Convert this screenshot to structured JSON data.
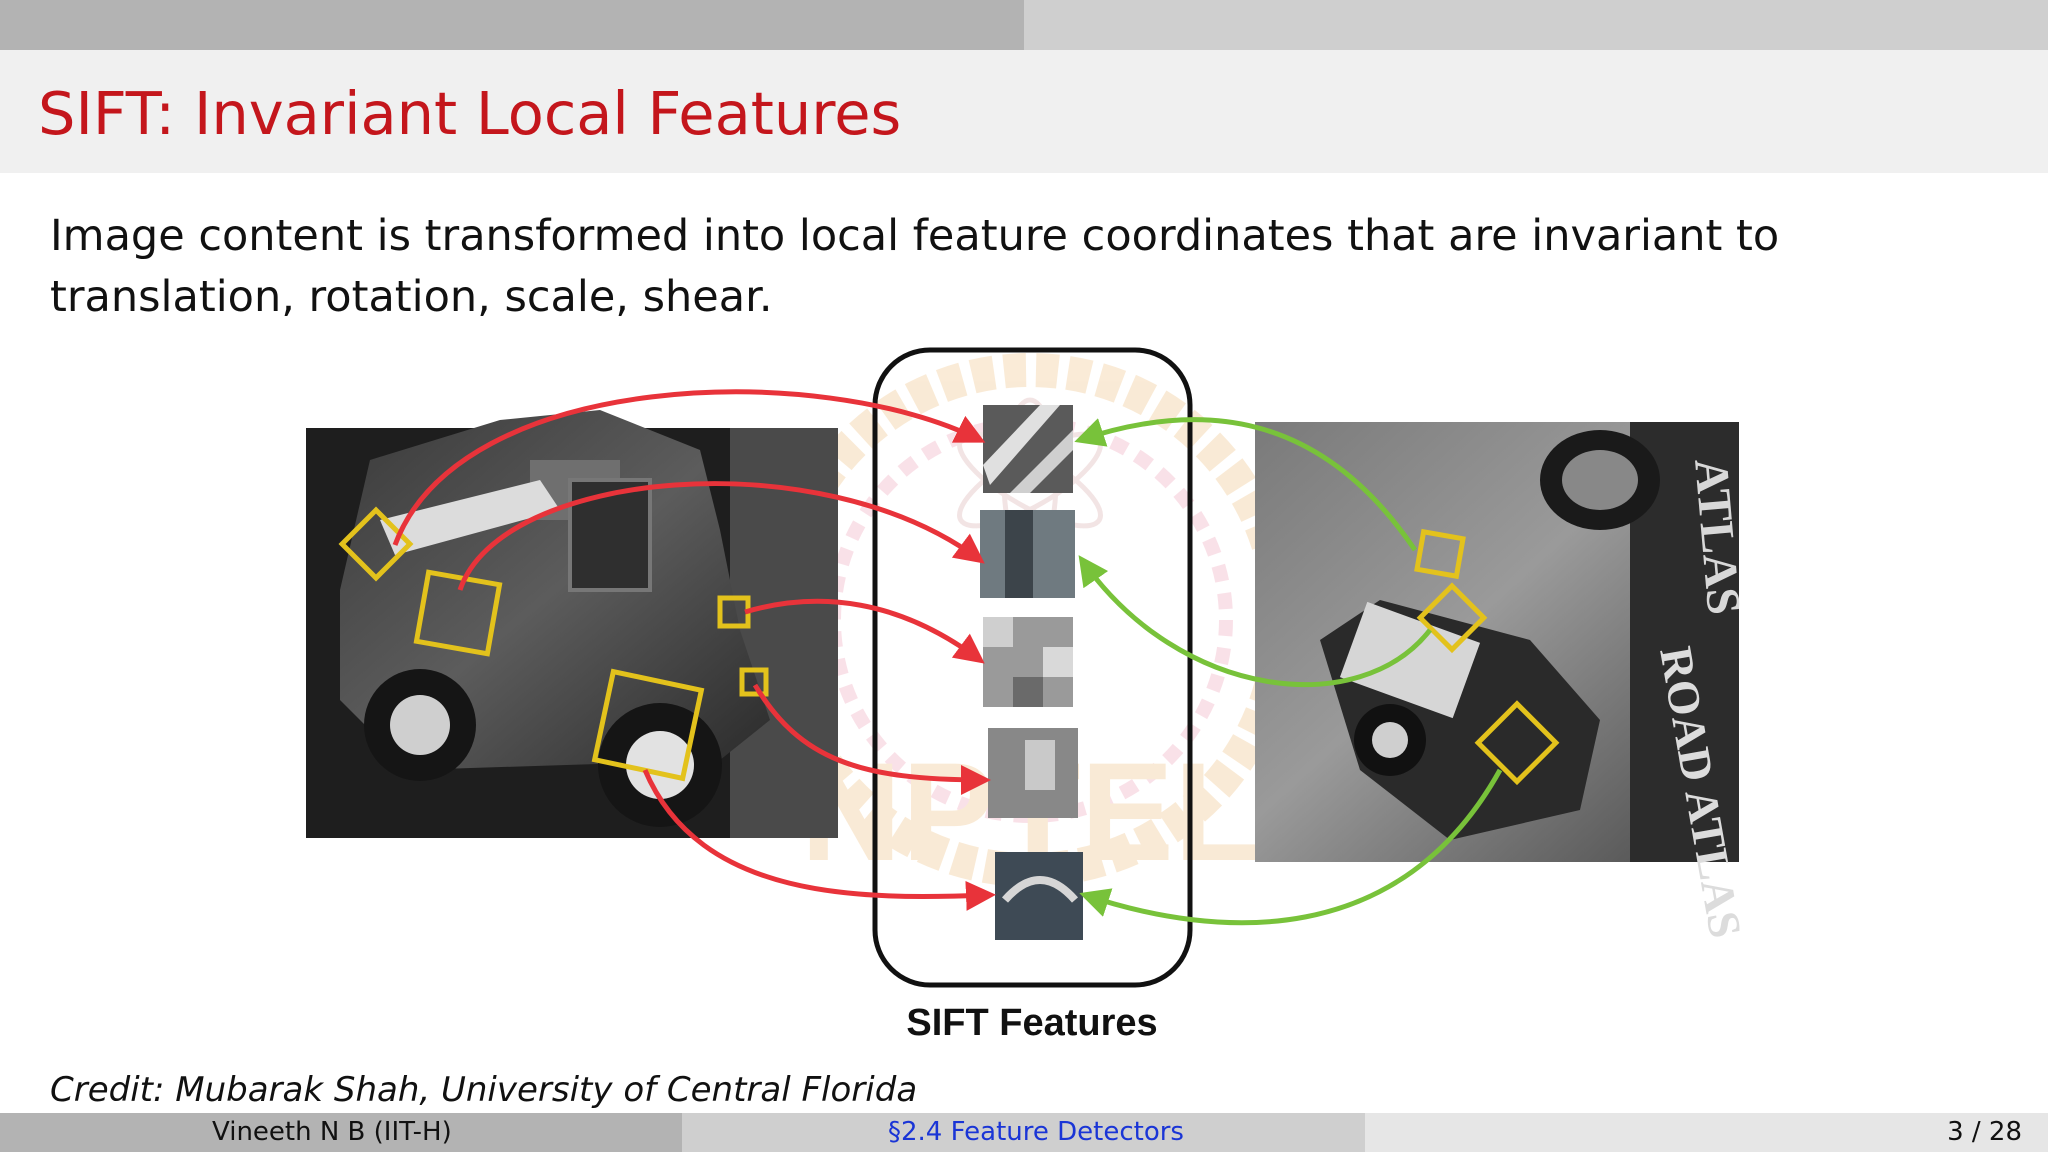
{
  "slide": {
    "title": "SIFT: Invariant Local Features",
    "body": "Image content is transformed into local feature coordinates that are invariant to translation, rotation, scale, shear.",
    "credit": "Credit: Mubarak Shah, University of Central Florida"
  },
  "figure": {
    "caption": "SIFT Features",
    "watermark": "NPTEL",
    "right_image_texts": [
      "ATLAS",
      "ROAD ATLAS"
    ],
    "colors": {
      "left_arrows": "#e8333a",
      "right_arrows": "#78c23a",
      "keypoint_boxes": "#e3c21c"
    }
  },
  "footer": {
    "author": "Vineeth N B  (IIT-H)",
    "section": "§2.4 Feature Detectors",
    "page": "3 / 28"
  },
  "theme": {
    "title_color": "#c4161c",
    "link_color": "#1a35d6"
  }
}
